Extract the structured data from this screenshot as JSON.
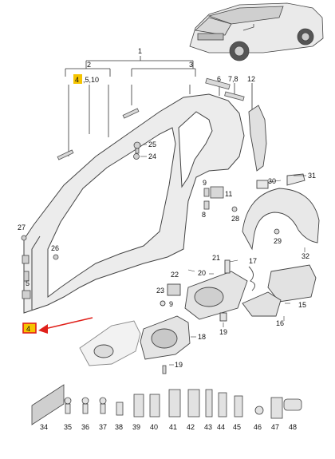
{
  "diagram": {
    "callouts": [
      {
        "id": "c1",
        "text": "1"
      },
      {
        "id": "c2",
        "text": "2"
      },
      {
        "id": "c3",
        "text": "3"
      },
      {
        "id": "c4a",
        "text": "4"
      },
      {
        "id": "c4b",
        "text": "4"
      },
      {
        "id": "c5_10",
        "text": ",5,10"
      },
      {
        "id": "c6",
        "text": "6"
      },
      {
        "id": "c7_8",
        "text": "7,8"
      },
      {
        "id": "c12",
        "text": "12"
      },
      {
        "id": "c25",
        "text": "25"
      },
      {
        "id": "c24",
        "text": "24"
      },
      {
        "id": "c30",
        "text": "30"
      },
      {
        "id": "c31",
        "text": "31"
      },
      {
        "id": "c9a",
        "text": "9"
      },
      {
        "id": "c11",
        "text": "11"
      },
      {
        "id": "c8",
        "text": "8"
      },
      {
        "id": "c28",
        "text": "28"
      },
      {
        "id": "c29",
        "text": "29"
      },
      {
        "id": "c27",
        "text": "27"
      },
      {
        "id": "c26",
        "text": "26"
      },
      {
        "id": "c32",
        "text": "32"
      },
      {
        "id": "c21",
        "text": "21"
      },
      {
        "id": "c17",
        "text": "17"
      },
      {
        "id": "c5",
        "text": "5"
      },
      {
        "id": "c22",
        "text": "22"
      },
      {
        "id": "c20",
        "text": "20"
      },
      {
        "id": "c23",
        "text": "23"
      },
      {
        "id": "c9b",
        "text": "9"
      },
      {
        "id": "c15",
        "text": "15"
      },
      {
        "id": "c16",
        "text": "16"
      },
      {
        "id": "c18",
        "text": "18"
      },
      {
        "id": "c19a",
        "text": "19"
      },
      {
        "id": "c19b",
        "text": "19"
      }
    ],
    "bottom_row": [
      "34",
      "35",
      "36",
      "37",
      "38",
      "39",
      "40",
      "41",
      "42",
      "43",
      "44",
      "45",
      "46",
      "47",
      "48"
    ],
    "colors": {
      "line": "#333333",
      "highlight": "#f5c400",
      "arrow": "#e0201a",
      "box": "#e0201a",
      "part_fill": "#e6e6e6",
      "part_stroke": "#555555"
    }
  }
}
